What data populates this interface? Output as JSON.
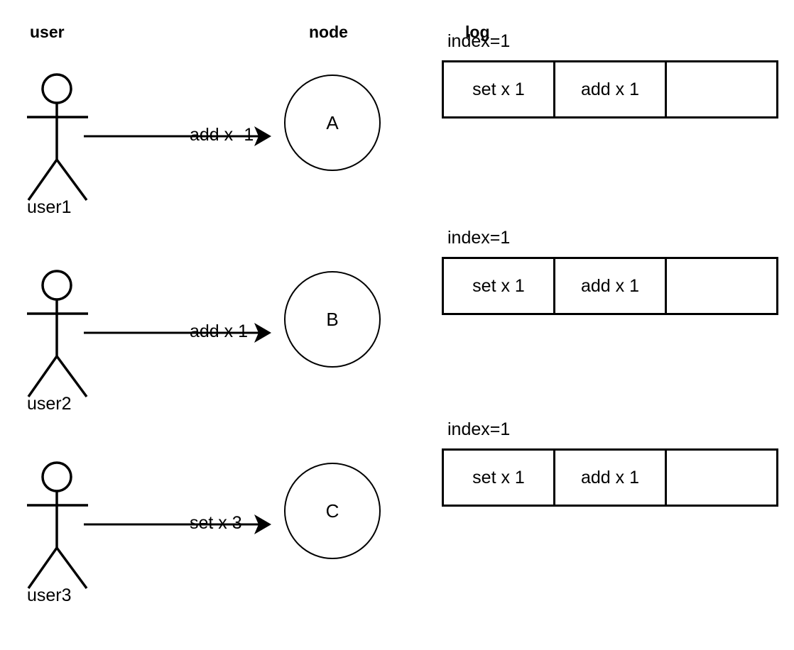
{
  "headers": {
    "user": "user",
    "node": "node",
    "log": "log"
  },
  "rows": [
    {
      "actor_label": "user1",
      "message": "add x -1",
      "node_label": "A",
      "log": {
        "index_label": "index=1",
        "cells": [
          "set x 1",
          "add x 1",
          ""
        ]
      }
    },
    {
      "actor_label": "user2",
      "message": "add x 1",
      "node_label": "B",
      "log": {
        "index_label": "index=1",
        "cells": [
          "set x 1",
          "add x 1",
          ""
        ]
      }
    },
    {
      "actor_label": "user3",
      "message": "set x 3",
      "node_label": "C",
      "log": {
        "index_label": "index=1",
        "cells": [
          "set x 1",
          "add x 1",
          ""
        ]
      }
    }
  ],
  "style": {
    "stroke": "#000000",
    "background": "#ffffff"
  }
}
